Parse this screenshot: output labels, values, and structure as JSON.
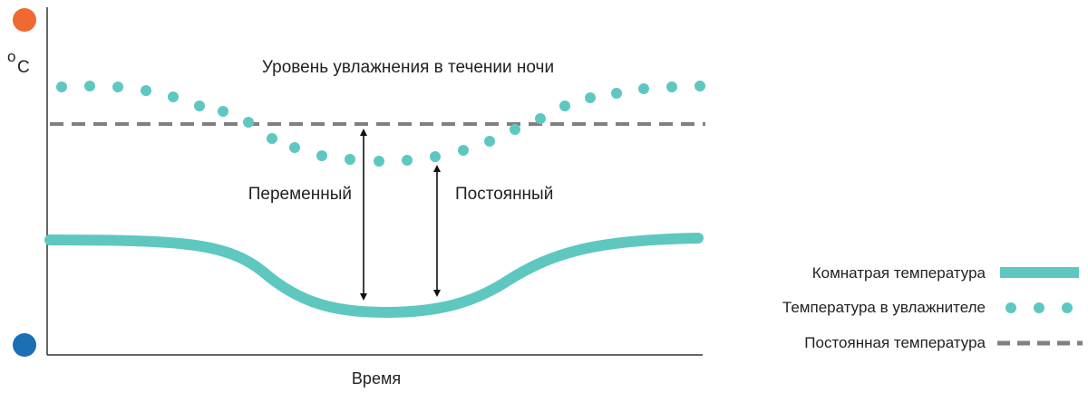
{
  "chart_data": {
    "type": "line",
    "title": "Уровень увлажнения в течении ночи",
    "ylabel_super": "o",
    "ylabel": "C",
    "xlabel": "Время",
    "legend_position": "bottom-right",
    "annotations": {
      "variable": "Переменный",
      "constant": "Постоянный"
    },
    "series": [
      {
        "name": "Комнатрая температура",
        "style": "thick-line",
        "color": "#5ec8c0"
      },
      {
        "name": "Температура в увлажнителе",
        "style": "dots",
        "color": "#5ec8c0"
      },
      {
        "name": "Постоянная температура",
        "style": "dashed",
        "color": "#808080"
      }
    ]
  },
  "colors": {
    "hot_dot": "#ee6a30",
    "cold_dot": "#1a6fb5",
    "teal": "#5ec8c0",
    "dash_gray": "#808080",
    "axis": "#333333",
    "arrow": "#111111"
  },
  "icons": {
    "hot": "hot-indicator-icon",
    "cold": "cold-indicator-icon"
  }
}
